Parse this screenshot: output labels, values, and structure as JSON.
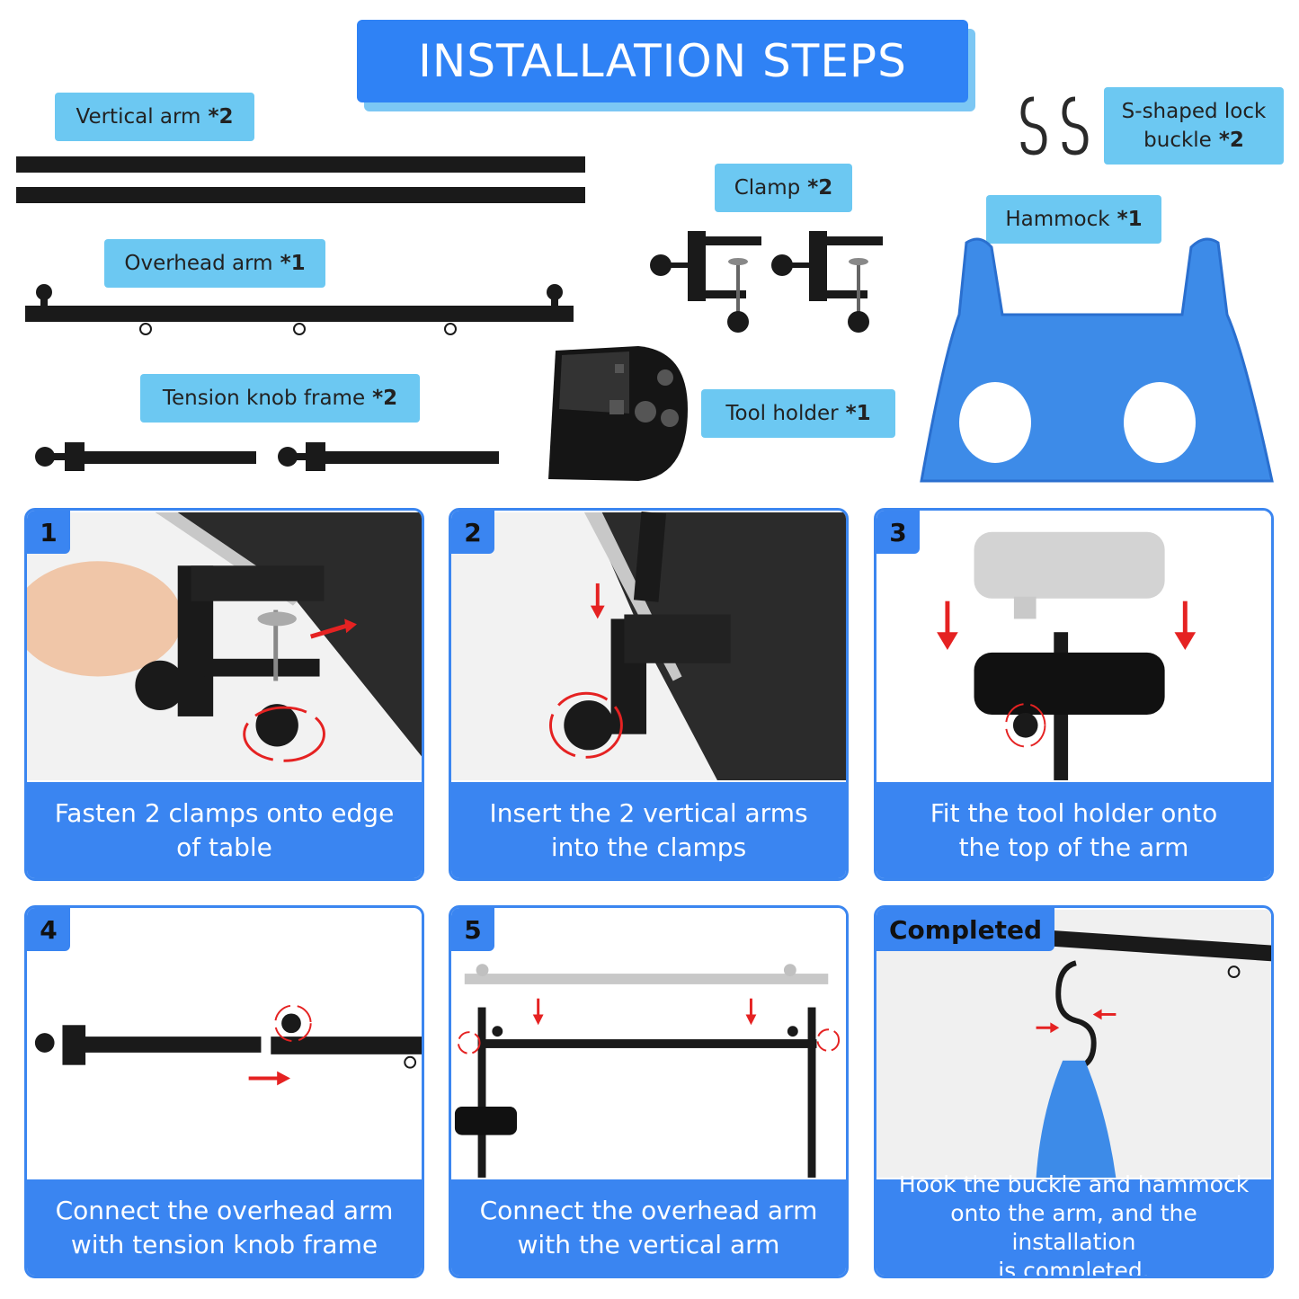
{
  "title": "INSTALLATION STEPS",
  "parts": {
    "vertical_arm": {
      "name": "Vertical arm",
      "qty": "*2"
    },
    "overhead_arm": {
      "name": "Overhead arm",
      "qty": "*1"
    },
    "tension_knob_frame": {
      "name": "Tension knob frame",
      "qty": "*2"
    },
    "clamp": {
      "name": "Clamp",
      "qty": "*2"
    },
    "tool_holder": {
      "name": "Tool holder",
      "qty": "*1"
    },
    "s_lock": {
      "name_line1": "S-shaped lock",
      "name_line2": "buckle",
      "qty": "*2"
    },
    "hammock": {
      "name": "Hammock",
      "qty": "*1"
    }
  },
  "steps": [
    {
      "badge": "1",
      "line1": "Fasten 2 clamps onto edge",
      "line2": "of table",
      "line3": ""
    },
    {
      "badge": "2",
      "line1": "Insert the 2 vertical arms",
      "line2": "into the clamps",
      "line3": ""
    },
    {
      "badge": "3",
      "line1": "Fit the tool holder onto",
      "line2": "the top of the arm",
      "line3": ""
    },
    {
      "badge": "4",
      "line1": "Connect the overhead arm",
      "line2": "with tension knob frame",
      "line3": ""
    },
    {
      "badge": "5",
      "line1": "Connect the overhead arm",
      "line2": "with the vertical arm",
      "line3": ""
    },
    {
      "badge": "Completed",
      "line1": "Hook the buckle and hammock",
      "line2": "onto the arm, and the installation",
      "line3": "is completed."
    }
  ],
  "colors": {
    "accent": "#3a85f1",
    "label_bg": "#6cc8f2",
    "arrow": "#e52222",
    "hammock": "#3d8be8"
  }
}
